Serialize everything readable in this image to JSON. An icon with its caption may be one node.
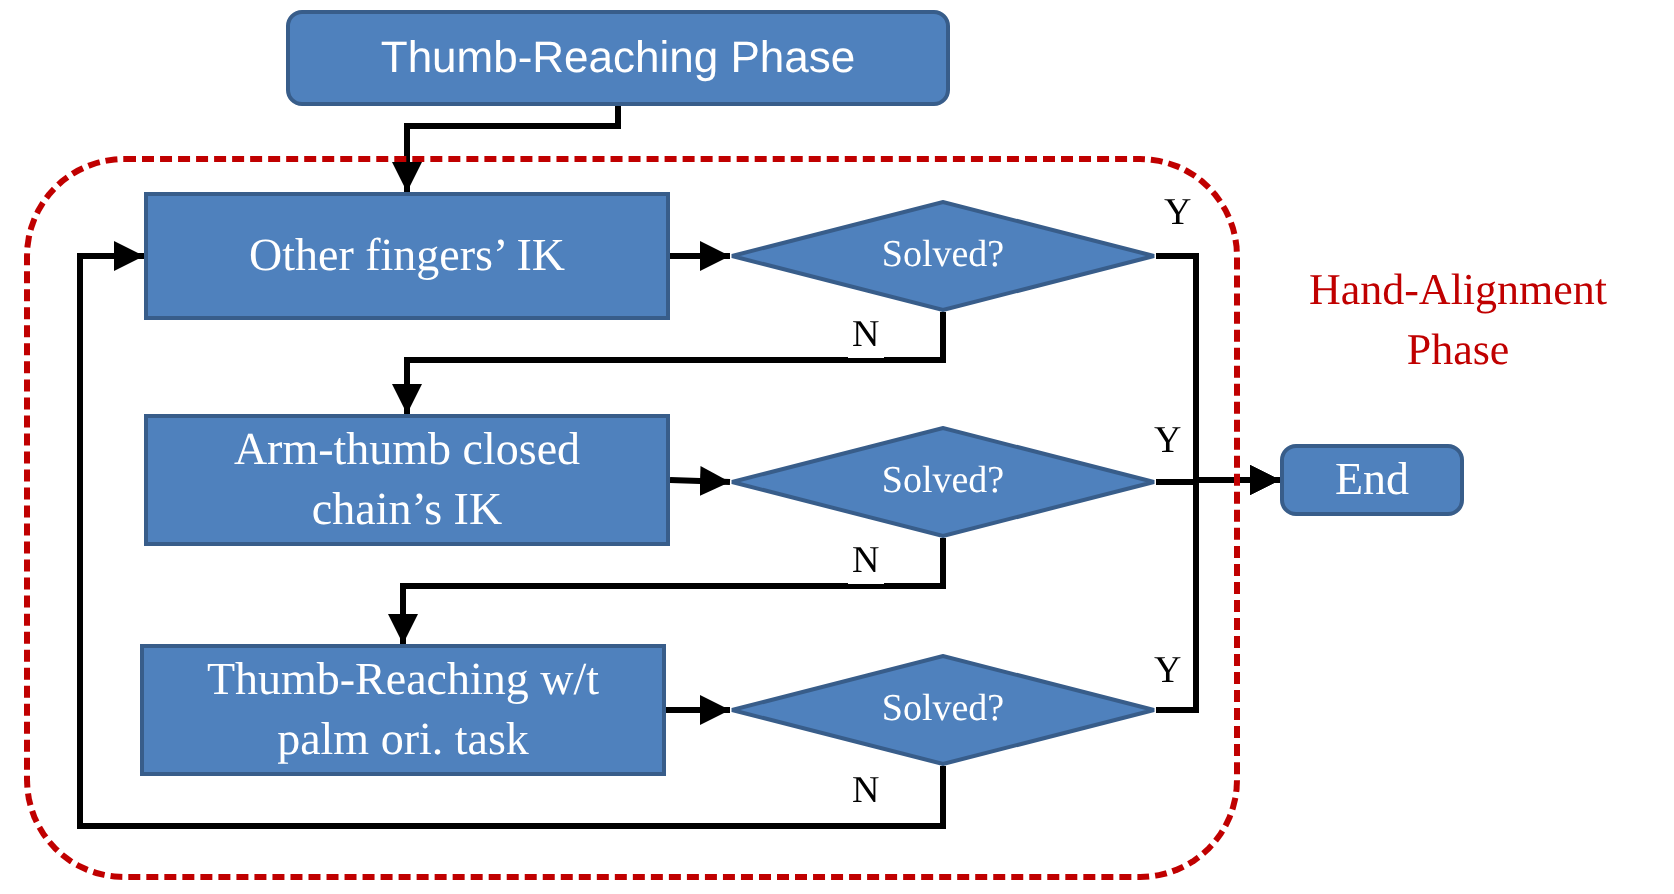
{
  "diagram": {
    "nodes": [
      {
        "text": [
          "Thumb-Reaching Phase"
        ]
      },
      {
        "text": [
          "Hand-Alignment Phase"
        ]
      },
      {
        "text": [
          "Other fingers’ IK"
        ],
        "in": 1
      },
      {
        "text": [
          "Solved?"
        ],
        "in": 1
      },
      {
        "text": [
          "Arm-thumb closed chain’s IK"
        ],
        "in": 1
      },
      {
        "text": [
          "Solved?"
        ],
        "in": 1
      },
      {
        "text": [
          "Thumb-Reaching w/t palm ori. task"
        ],
        "in": 1
      },
      {
        "text": [
          "Solved?"
        ],
        "in": 1
      },
      {
        "text": [
          "End"
        ]
      }
    ],
    "edges": [
      {
        "from": 0,
        "to": 2,
        "arrow": "to"
      },
      {
        "from": 2,
        "to": 3,
        "arrow": "to"
      },
      {
        "from": 3,
        "to": 8,
        "arrow": "to",
        "label": "Y"
      },
      {
        "from": 3,
        "to": 4,
        "arrow": "to",
        "label": "N"
      },
      {
        "from": 4,
        "to": 5,
        "arrow": "to"
      },
      {
        "from": 5,
        "to": 8,
        "arrow": "to",
        "label": "Y"
      },
      {
        "from": 5,
        "to": 6,
        "arrow": "to",
        "label": "N"
      },
      {
        "from": 6,
        "to": 7,
        "arrow": "to"
      },
      {
        "from": 7,
        "to": 8,
        "arrow": "to",
        "label": "Y"
      },
      {
        "from": 7,
        "to": 2,
        "arrow": "to",
        "label": "N"
      }
    ]
  }
}
